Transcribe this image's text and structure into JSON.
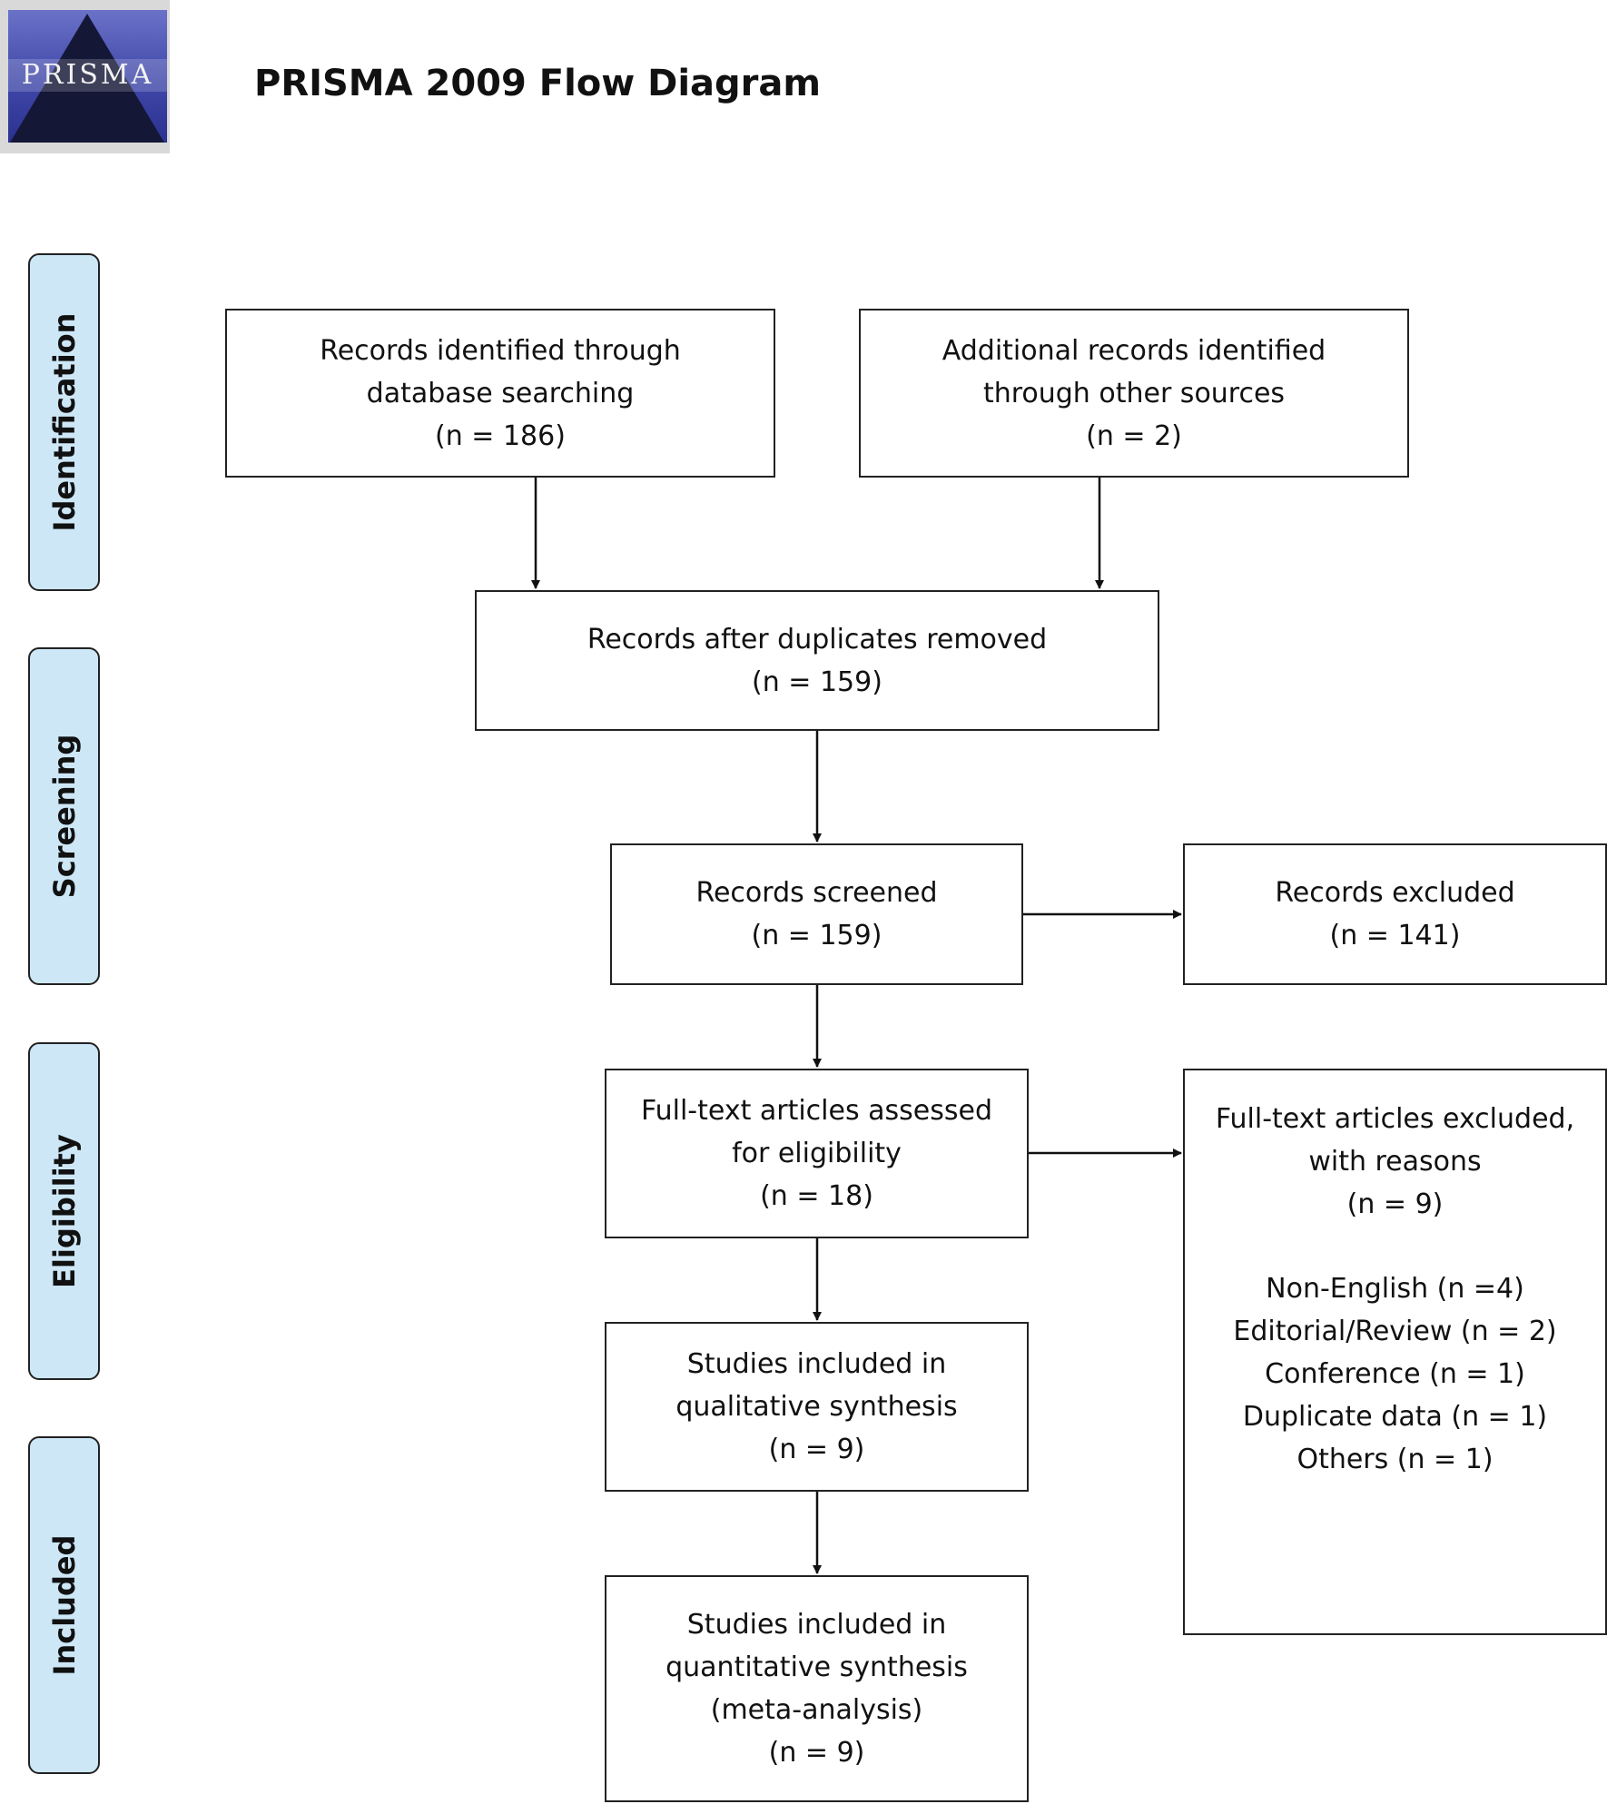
{
  "logo": {
    "word": "PRISMA"
  },
  "title": "PRISMA 2009 Flow Diagram",
  "phases": [
    "Identification",
    "Screening",
    "Eligibility",
    "Included"
  ],
  "boxes": {
    "db_search": [
      "Records identified through",
      "database searching",
      "(n = 186)"
    ],
    "other_sources": [
      "Additional records identified",
      "through other sources",
      "(n = 2)"
    ],
    "dedup": [
      "Records after duplicates removed",
      "(n = 159)"
    ],
    "screened": [
      "Records screened",
      "(n = 159)"
    ],
    "excluded": [
      "Records excluded",
      "(n = 141)"
    ],
    "fulltext": [
      "Full-text articles assessed",
      "for eligibility",
      "(n = 18)"
    ],
    "fulltext_excluded": [
      "Full-text articles excluded,",
      "with reasons",
      "(n = 9)"
    ],
    "reasons": [
      "Non-English (n =4)",
      "Editorial/Review (n = 2)",
      "Conference (n = 1)",
      "Duplicate data (n = 1)",
      "Others (n = 1)"
    ],
    "qualitative": [
      "Studies included in",
      "qualitative synthesis",
      "(n = 9)"
    ],
    "quantitative": [
      "Studies included in",
      "quantitative synthesis",
      "(meta-analysis)",
      "(n = 9)"
    ]
  }
}
